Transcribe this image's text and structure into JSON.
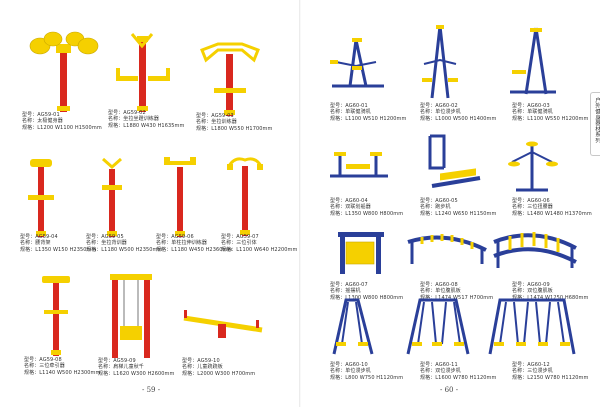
{
  "left_page": {
    "page_number": "- 59 -",
    "items": [
      {
        "model": "型号：AG59-01",
        "name": "名称：太极健身器",
        "spec": "规格：L1200 W1100 H1500mm"
      },
      {
        "model": "型号：AG59-02",
        "name": "名称：坐拉坐蹬训练器",
        "spec": "规格：L1880 W430 H1635mm"
      },
      {
        "model": "型号：AG59-03",
        "name": "名称：坐拉训练器",
        "spec": "规格：L1800 W550 H1700mm"
      },
      {
        "model": "型号：AG59-04",
        "name": "名称：腰背架",
        "spec": "规格：L1350 W150 H2350mm"
      },
      {
        "model": "型号：AG59-05",
        "name": "名称：坐拉背训器",
        "spec": "规格：L1180 W500 H2350mm"
      },
      {
        "model": "型号：AG59-06",
        "name": "名称：单柱拉伸训练器",
        "spec": "规格：L1180 W450 H2360mm"
      },
      {
        "model": "型号：AG59-07",
        "name": "名称：三位引体",
        "spec": "规格：L1100 W640 H2200mm"
      },
      {
        "model": "型号：AG59-08",
        "name": "名称：三位牵引器",
        "spec": "规格：L1140 W500 H2300mm"
      },
      {
        "model": "型号：AG59-09",
        "name": "名称：肩梯儿童秋千",
        "spec": "规格：L1620 W300 H2600mm"
      },
      {
        "model": "型号：AG59-10",
        "name": "名称：儿童跷跷板",
        "spec": "规格：L2000 W300 H700mm"
      }
    ]
  },
  "right_page": {
    "page_number": "- 60 -",
    "side_tab": "户外健身器材系列",
    "items": [
      {
        "model": "型号：AG60-01",
        "name": "名称：单联健骑机",
        "spec": "规格：L1100 W510 H1200mm"
      },
      {
        "model": "型号：AG60-02",
        "name": "名称：单位漫步机",
        "spec": "规格：L1000 W500 H1400mm"
      },
      {
        "model": "型号：AG60-03",
        "name": "名称：单联健骑机",
        "spec": "规格：L1100 W550 H1200mm"
      },
      {
        "model": "型号：AG60-04",
        "name": "名称：双联划船器",
        "spec": "规格：L1350 W800 H800mm"
      },
      {
        "model": "型号：AG60-05",
        "name": "名称：跑步机",
        "spec": "规格：L1240 W650 H1150mm"
      },
      {
        "model": "型号：AG60-06",
        "name": "名称：三位扭腰器",
        "spec": "规格：L1480 W1480 H1370mm"
      },
      {
        "model": "型号：AG60-07",
        "name": "名称：摇摆机",
        "spec": "规格：L1300 W800 H800mm"
      },
      {
        "model": "型号：AG60-08",
        "name": "名称：单位腹肌板",
        "spec": "规格：L1474 W517 H700mm"
      },
      {
        "model": "型号：AG60-09",
        "name": "名称：双位腹肌板",
        "spec": "规格：L1474 W1250 H680mm"
      },
      {
        "model": "型号：AG60-10",
        "name": "名称：单位漫步机",
        "spec": "规格：L800 W750 H1120mm"
      },
      {
        "model": "型号：AG60-11",
        "name": "名称：双位漫步机",
        "spec": "规格：L1600 W780 H1120mm"
      },
      {
        "model": "型号：AG60-12",
        "name": "名称：三位漫步机",
        "spec": "规格：L2150 W780 H1120mm"
      }
    ]
  },
  "colors": {
    "red_post": "#d9281e",
    "yellow_part": "#f5d000",
    "blue_frame": "#2a3f99",
    "caption_text": "#333333"
  }
}
